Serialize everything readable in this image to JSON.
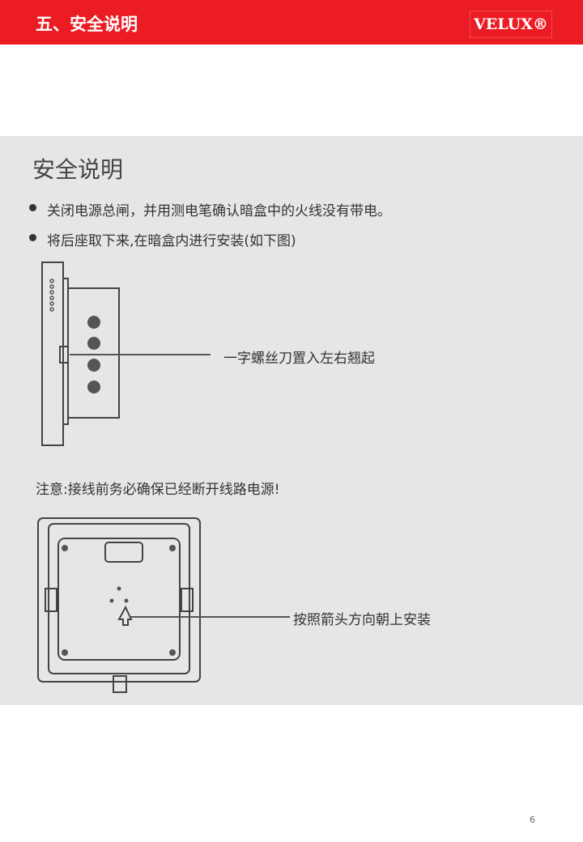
{
  "header": {
    "title": "五、安全说明",
    "logo": "VELUX®"
  },
  "section": {
    "title": "安全说明",
    "bullets": [
      "关闭电源总闸，并用测电笔确认暗盒中的火线没有带电。",
      "将后座取下来,在暗盒内进行安装(如下图)"
    ],
    "callout1": "一字螺丝刀置入左右翘起",
    "note": "注意:接线前务必确保已经断开线路电源!",
    "callout2": "按照箭头方向朝上安装"
  },
  "page_number": "6"
}
